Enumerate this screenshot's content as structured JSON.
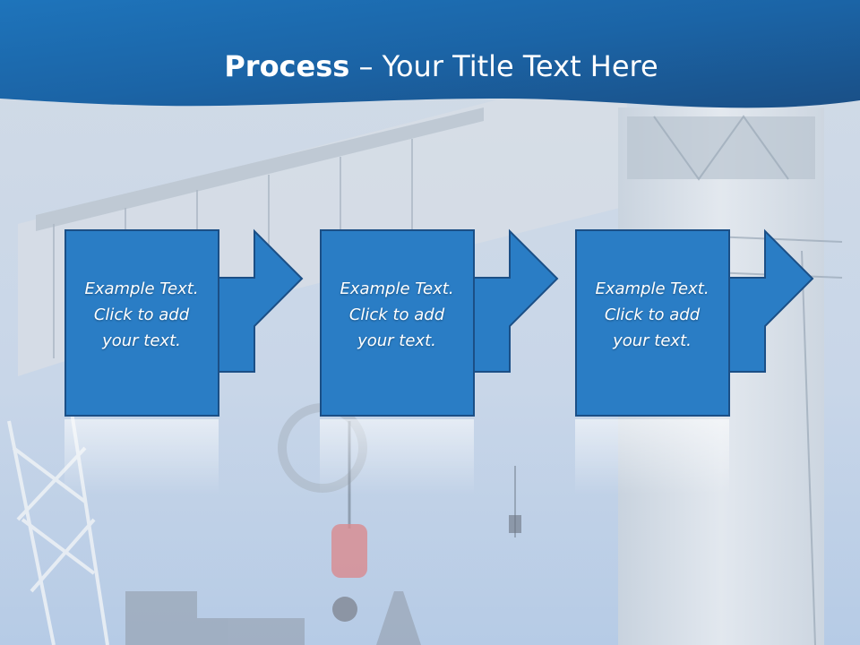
{
  "slide": {
    "title_bold": "Process",
    "title_rest": " – Your Title Text Here"
  },
  "steps": [
    {
      "lines": [
        "Example Text.",
        "Click  to add",
        "your text."
      ]
    },
    {
      "lines": [
        "Example Text.",
        "Click  to add",
        "your text."
      ]
    },
    {
      "lines": [
        "Example Text.",
        "Click  to add",
        "your text."
      ]
    }
  ],
  "colors": {
    "header_blue": "#1d6fb3",
    "box_fill": "#2a7dc5",
    "box_border": "#1b4f86"
  }
}
